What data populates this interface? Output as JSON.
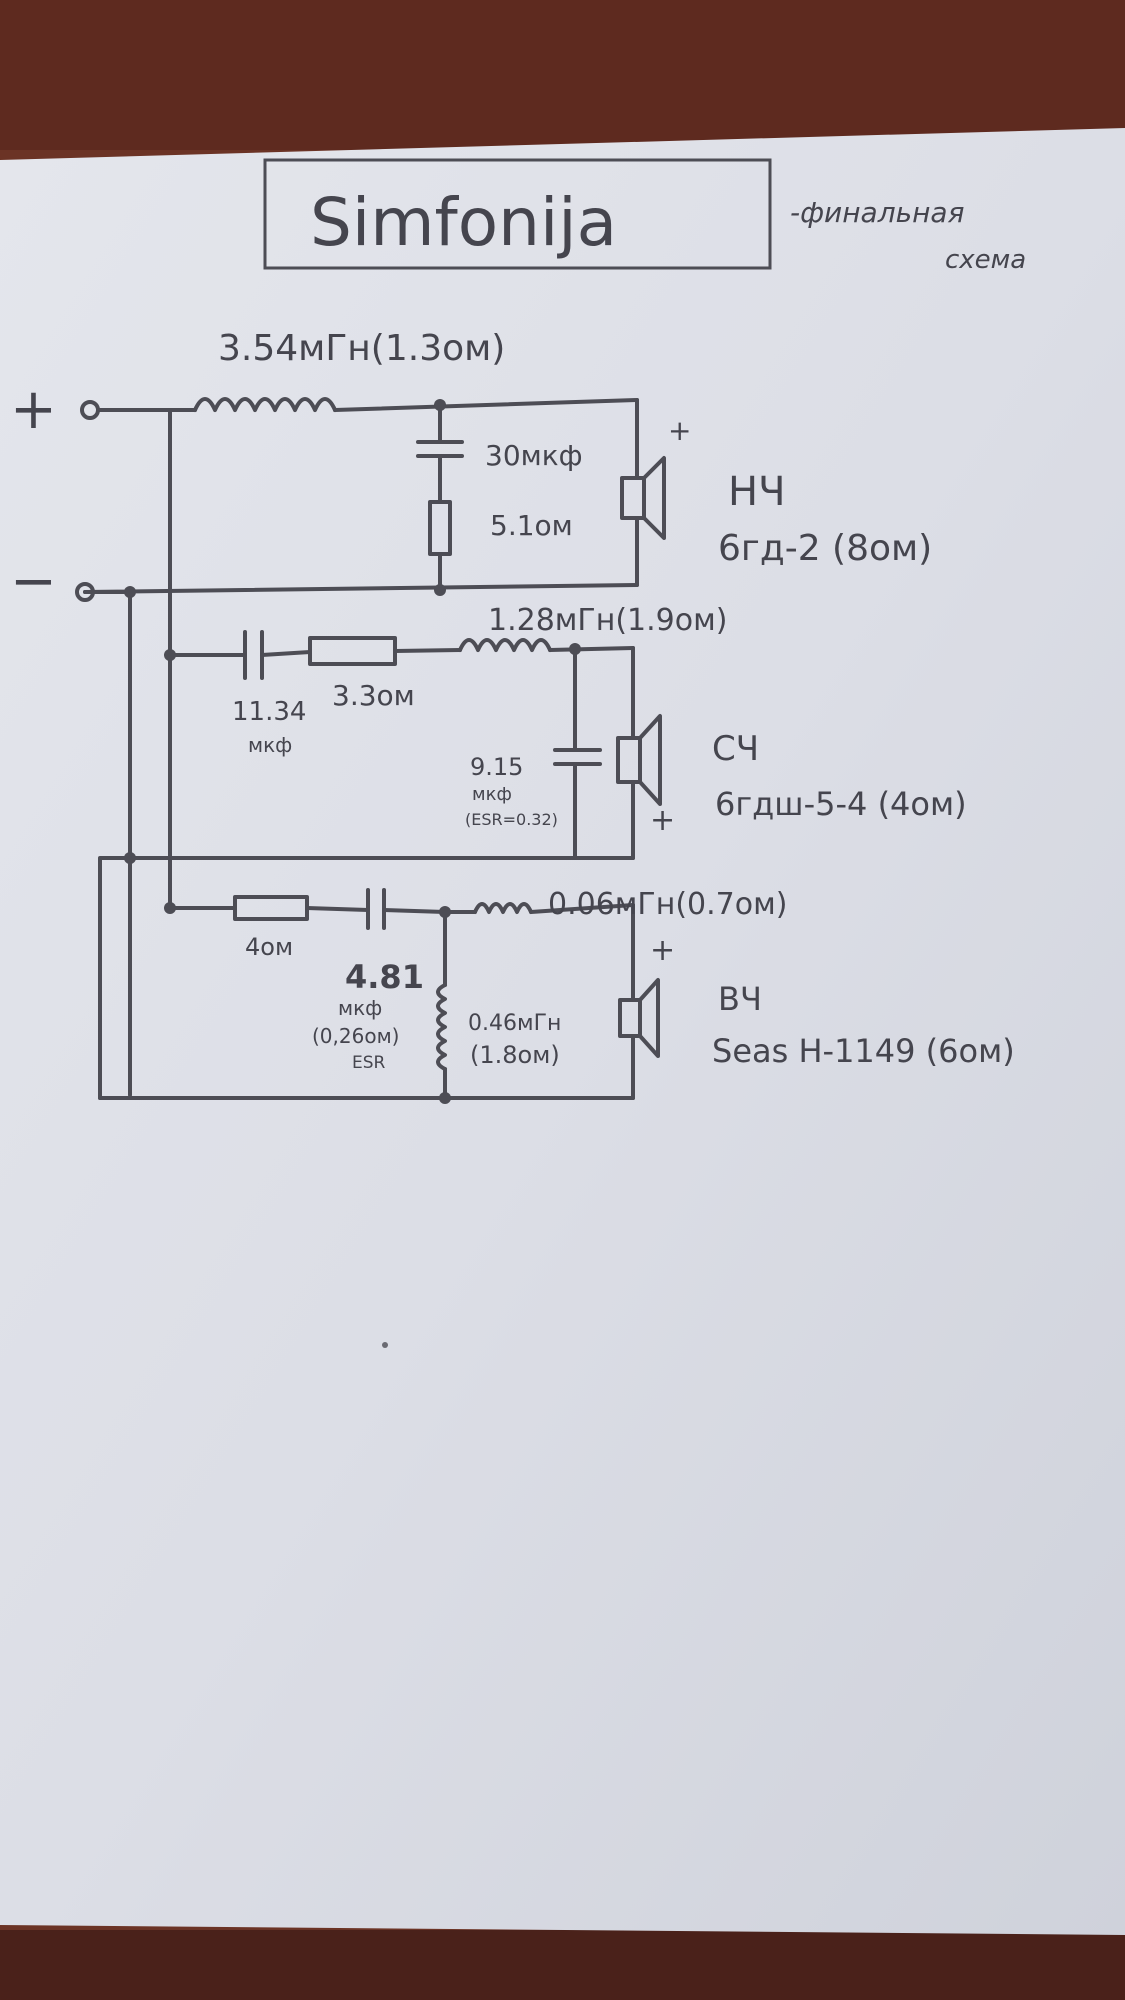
{
  "title": "Simfonija",
  "subtitle_line1": "-финальная",
  "subtitle_line2": "схема",
  "terminals": {
    "plus": "+",
    "minus": "−"
  },
  "woofer": {
    "l1": "3.54мГн(1.3ом)",
    "c1": "30мкф",
    "r1": "5.1ом",
    "code": "НЧ",
    "model": "6гд-2 (8ом)",
    "polarity": "+"
  },
  "mid": {
    "l1": "1.28мГн(1.9ом)",
    "c1_value": "11.34",
    "c1_unit": "мкф",
    "r1": "3.3ом",
    "c2_value": "9.15",
    "c2_unit": "мкф",
    "c2_esr": "(ESR=0.32)",
    "code": "СЧ",
    "model": "6гдш-5-4 (4ом)",
    "polarity": "+"
  },
  "tweeter": {
    "r1": "4ом",
    "c1_value": "4.81",
    "c1_unit": "мкф",
    "c1_esr": "(0,26ом)",
    "c1_esr_label": "ESR",
    "l1": "0.06мГн(0.7ом)",
    "l2_value": "0.46мГн",
    "l2_res": "(1.8ом)",
    "code": "ВЧ",
    "model": "Seas H-1149 (6ом)",
    "polarity": "+"
  }
}
